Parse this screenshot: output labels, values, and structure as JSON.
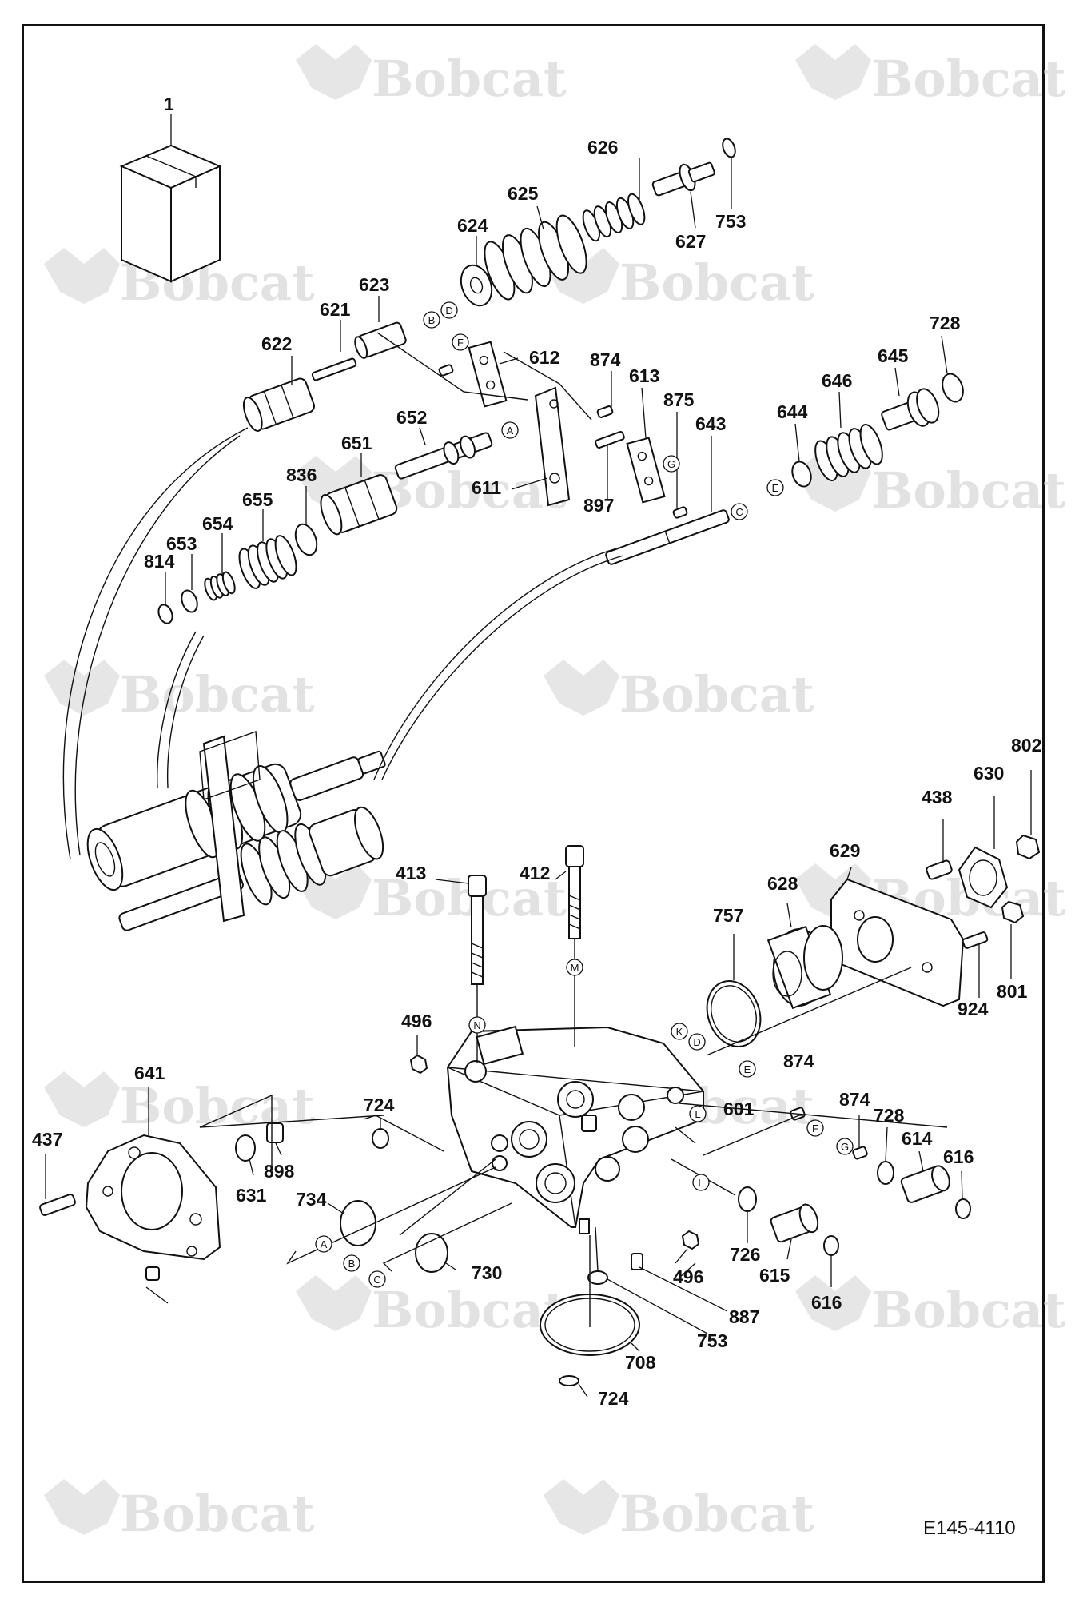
{
  "document": {
    "code": "E145-4110",
    "brand": "Bobcat",
    "watermark_text": "Bobcat",
    "colors": {
      "line": "#111111",
      "watermark": "#e2e2e2",
      "background": "#ffffff"
    }
  },
  "labels": [
    "1",
    "626",
    "625",
    "753",
    "624",
    "627",
    "623",
    "621",
    "622",
    "612",
    "874",
    "613",
    "875",
    "643",
    "728",
    "645",
    "646",
    "644",
    "652",
    "651",
    "611",
    "897",
    "836",
    "655",
    "654",
    "653",
    "814",
    "413",
    "412",
    "438",
    "630",
    "802",
    "629",
    "628",
    "757",
    "496",
    "924",
    "801",
    "641",
    "724",
    "437",
    "631",
    "898",
    "734",
    "601",
    "874",
    "874",
    "728",
    "614",
    "616",
    "726",
    "615",
    "616",
    "496",
    "730",
    "887",
    "753",
    "708",
    "724"
  ],
  "circle_letters": [
    "B",
    "D",
    "F",
    "A",
    "G",
    "E",
    "C",
    "N",
    "M",
    "K",
    "D",
    "E",
    "F",
    "G",
    "L",
    "L",
    "A",
    "B",
    "C"
  ]
}
